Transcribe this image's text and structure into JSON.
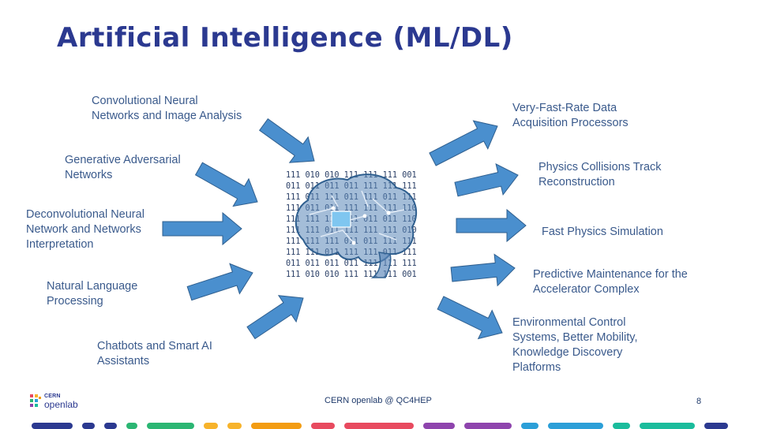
{
  "title": "Artificial Intelligence (ML/DL)",
  "left_items": [
    "Convolutional Neural\nNetworks and Image Analysis",
    "Generative Adversarial\nNetworks",
    "Deconvolutional Neural\nNetwork and Networks\nInterpretation",
    "Natural Language\nProcessing",
    "Chatbots and Smart AI\nAssistants"
  ],
  "right_items": [
    "Very-Fast-Rate Data\nAcquisition Processors",
    "Physics Collisions Track\nReconstruction",
    "Fast Physics Simulation",
    "Predictive Maintenance for the\nAccelerator Complex",
    "Environmental Control\nSystems, Better Mobility,\nKnowledge Discovery\nPlatforms"
  ],
  "binary_rows": [
    "111 010 010 111 111 111 001",
    "011 011 011 011 111 111 111",
    "111 011 111 011 111 011 111",
    "111 011 011 111 111 111 110",
    "111 111 111 111 011 011 110",
    "111 111 011 111 111 111 010",
    "111 111 111 011 011 111 111",
    "111 111 011 111 111 011 111",
    "011 011 011 011 111 111 111",
    "111 010 010 111 111 111 001"
  ],
  "footer": "CERN openlab @ QC4HEP",
  "page_number": "8",
  "logo": {
    "line1": "CERN",
    "line2": "openlab"
  },
  "colors": {
    "title": "#2b3990",
    "text": "#3a5a8c",
    "arrow_fill": "#4a8fce",
    "arrow_stroke": "#2f5f8f",
    "brain": "#5a86b8"
  },
  "icons": {
    "logo": "cern-openlab-logo",
    "brain": "circuit-brain-image"
  }
}
